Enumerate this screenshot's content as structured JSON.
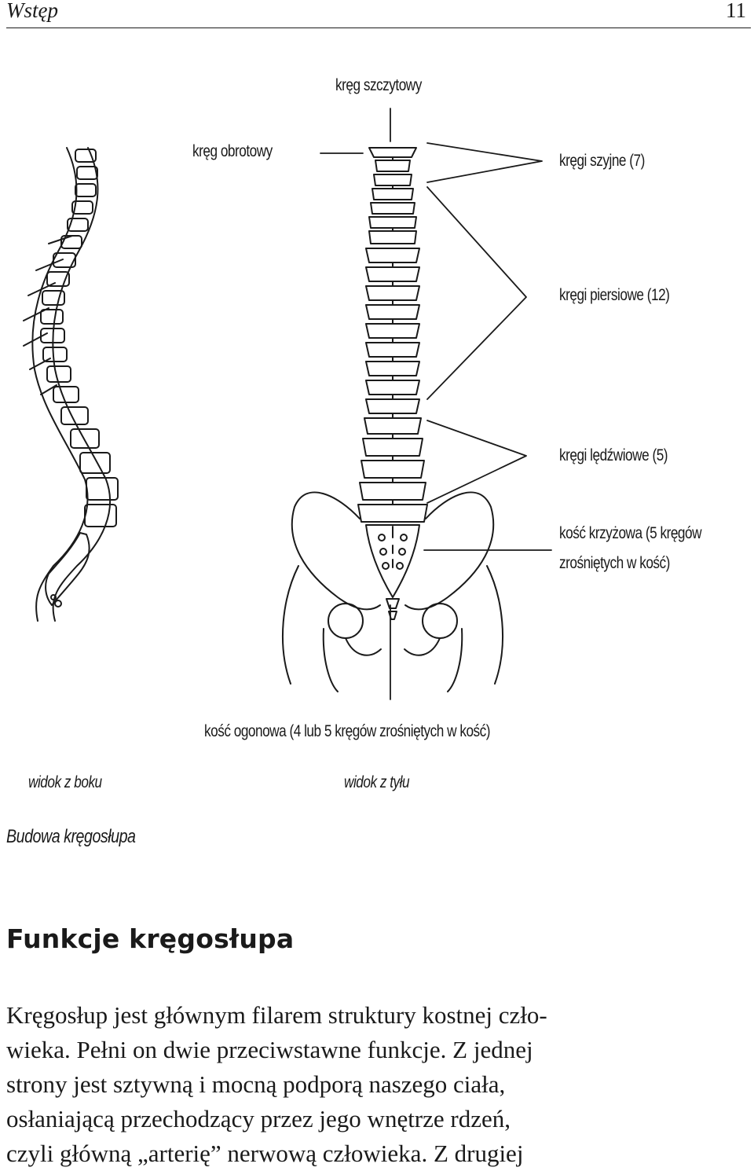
{
  "header": {
    "title": "Wstęp",
    "page_number": "11"
  },
  "figure": {
    "labels": {
      "atlas": "kręg szczytowy",
      "axis": "kręg obrotowy",
      "cervical": "kręgi szyjne (7)",
      "thoracic": "kręgi piersiowe (12)",
      "lumbar": "kręgi lędźwiowe (5)",
      "sacrum_line1": "kość krzyżowa (5 kręgów",
      "sacrum_line2": "zrośniętych w kość)",
      "coccyx": "kość ogonowa (4 lub 5 kręgów zrośniętych w kość)"
    },
    "views": {
      "side": "widok z boku",
      "back": "widok z tyłu"
    },
    "caption": "Budowa kręgosłupa"
  },
  "section": {
    "heading": "Funkcje kręgosłupa",
    "lines": [
      "Kręgosłup jest głównym filarem struktury kostnej czło-",
      "wieka. Pełni on dwie przeciwstawne funkcje. Z jednej",
      "strony jest sztywną i mocną podporą naszego ciała,",
      "osłaniającą przechodzący przez jego wnętrze rdzeń,",
      "czyli główną „arterię” nerwową człowieka. Z drugiej"
    ]
  }
}
